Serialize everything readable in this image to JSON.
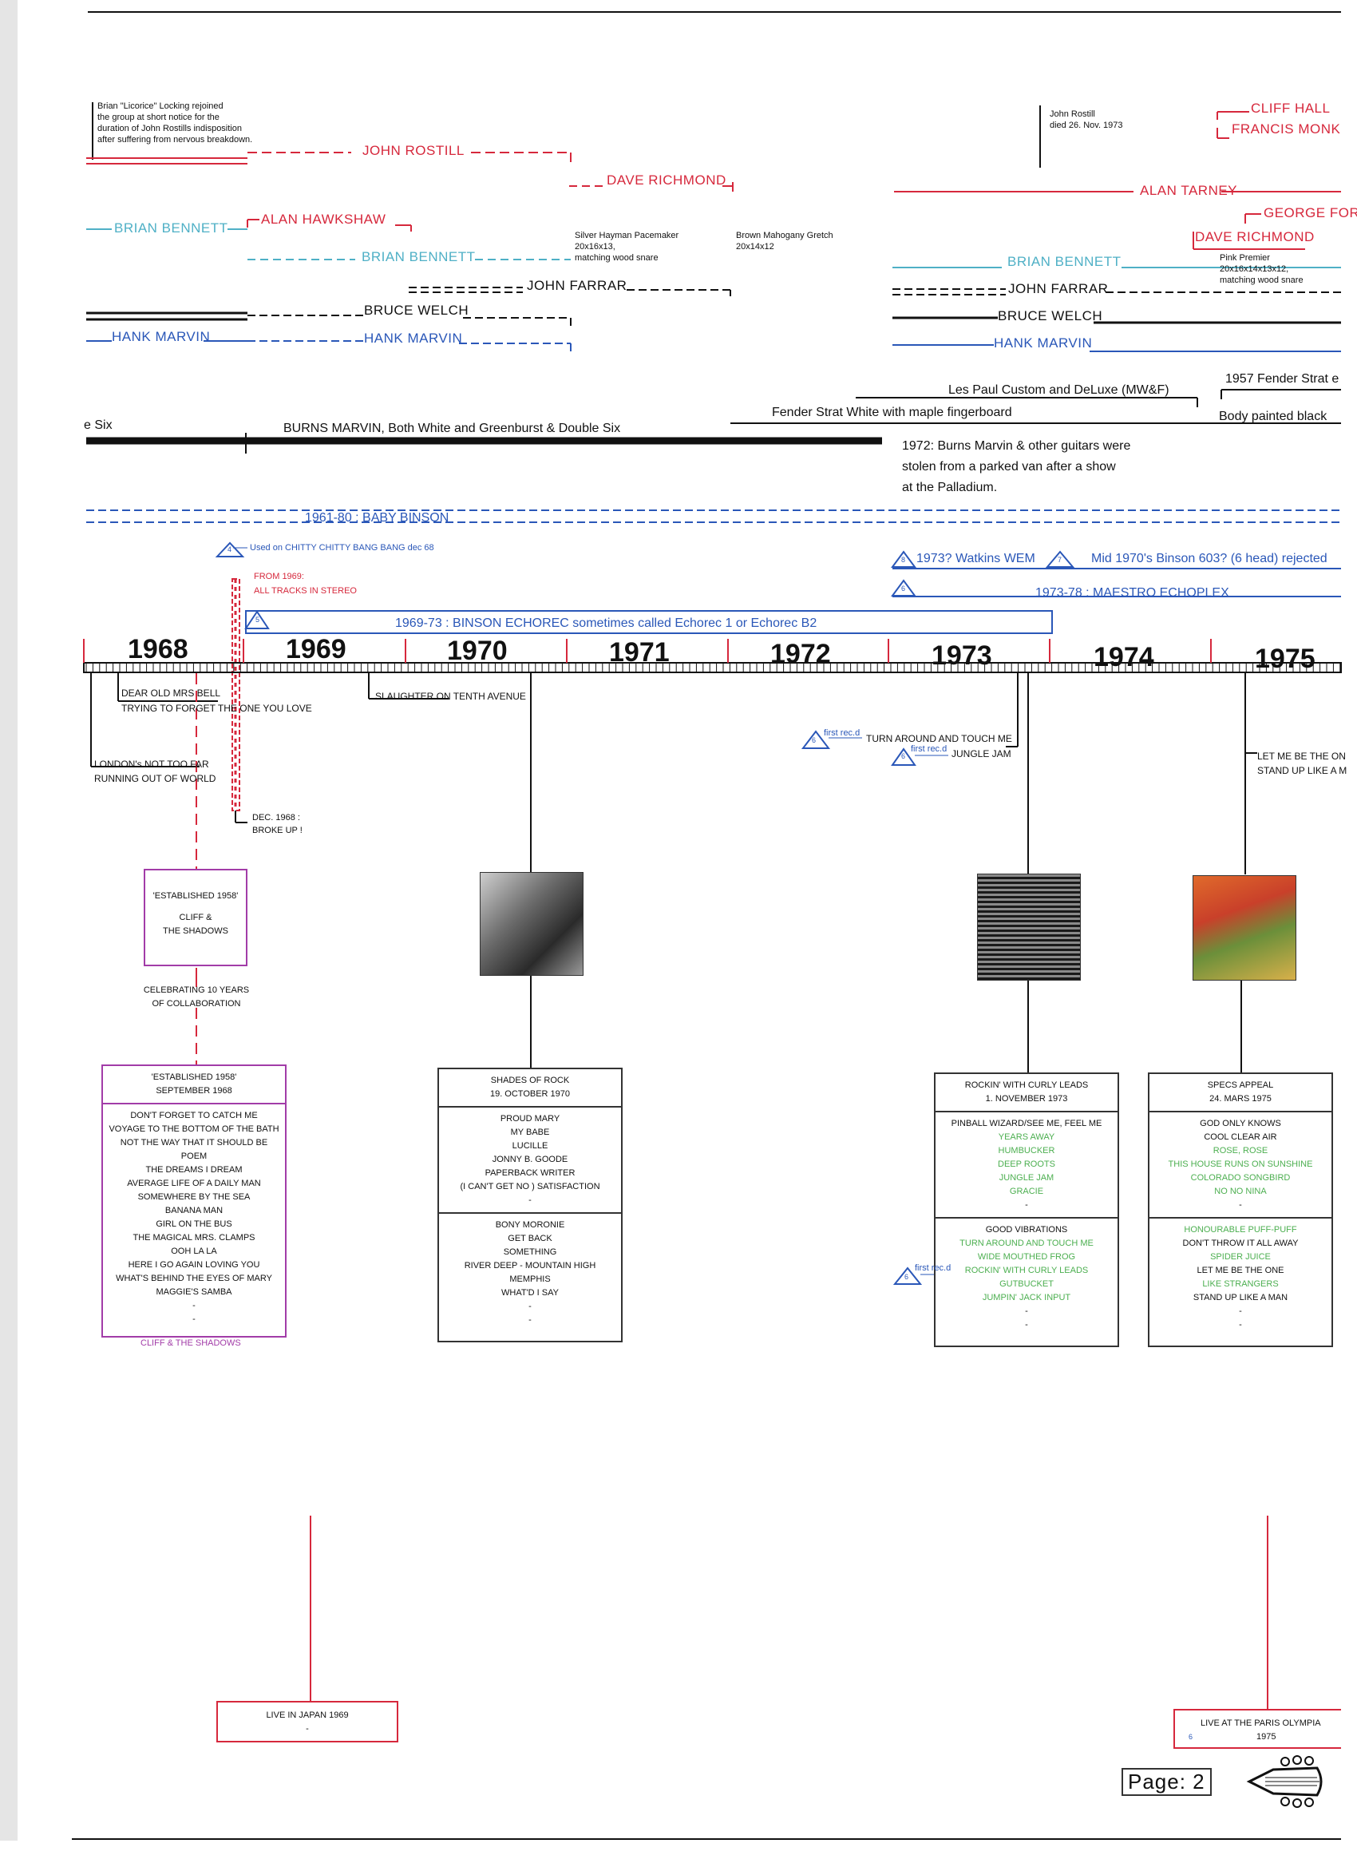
{
  "notes": {
    "locking": [
      "Brian \"Licorice\" Locking rejoined",
      "the group at short notice for the",
      "duration of John Rostills indisposition",
      "after suffering from nervous breakdown."
    ],
    "rostill_died": [
      "John Rostill",
      "died 26. Nov. 1973"
    ],
    "hayman": [
      "Silver Hayman Pacemaker",
      "20x16x13,",
      "matching wood snare"
    ],
    "gretch": [
      "Brown Mahogany Gretch",
      "20x14x12"
    ],
    "premier": [
      "Pink Premier",
      "20x16x14x13x12,",
      "matching wood snare"
    ],
    "burns_stolen": [
      "1972: Burns Marvin & other guitars were",
      "stolen from a parked van after a show",
      "at the Palladium."
    ]
  },
  "members": {
    "cliff_hall": "CLIFF  HALL",
    "francis_monk": "FRANCIS  MONK",
    "john_rostill": "JOHN ROSTILL",
    "dave_richmond": "DAVE RICHMOND",
    "alan_tarney": "ALAN  TARNEY",
    "george_ford": "GEORGE  FOR",
    "dave_richmond_2": "DAVE RICHMOND",
    "brian_bennett_1": "BRIAN  BENNETT",
    "alan_hawkshaw": "ALAN  HAWKSHAW",
    "brian_bennett_2": "BRIAN  BENNETT",
    "brian_bennett_3": "BRIAN  BENNETT",
    "john_farrar_1": "JOHN FARRAR",
    "john_farrar_2": "JOHN FARRAR",
    "bruce_welch_1": "BRUCE WELCH",
    "bruce_welch_2": "BRUCE WELCH",
    "hank_marvin_1": "HANK MARVIN",
    "hank_marvin_2": "HANK MARVIN",
    "hank_marvin_3": "HANK MARVIN"
  },
  "guitars": {
    "fender_1957": "1957 Fender Strat e",
    "body_black": "Body painted black",
    "les_paul": "Les Paul Custom and DeLuxe  (MW&F)",
    "fender_white": "Fender Strat White with maple fingerboard",
    "e_six": "e Six",
    "burns": "BURNS MARVIN, Both White and Greenburst & Double Six"
  },
  "effects": {
    "baby_binson": "1961-80 : BABY BINSON",
    "chitty_num": "4",
    "chitty": "Used on CHITTY CHITTY BANG BANG dec 68",
    "from_1969": "FROM 1969:",
    "stereo": "ALL TRACKS IN STEREO",
    "watkins_num": "8",
    "watkins": "1973? Watkins WEM",
    "binson603_num": "7",
    "binson603": "Mid 1970's  Binson 603? (6 head) rejected",
    "maestro_num": "6",
    "maestro": "1973-78 : MAESTRO ECHOPLEX",
    "echorec_num": "5",
    "echorec": "1969-73 : BINSON ECHOREC sometimes called Echorec 1 or Echorec B2"
  },
  "years": [
    "1968",
    "1969",
    "1970",
    "1971",
    "1972",
    "1973",
    "1974",
    "1975"
  ],
  "singles": {
    "dear_mrs_bell": "DEAR OLD MRS BELL",
    "trying": "TRYING TO FORGET THE ONE YOU LOVE",
    "londons_not": "LONDON's NOT TOO FAR",
    "running_out": "RUNNING OUT OF WORLD",
    "dec1968": "DEC. 1968 :",
    "broke_up": "BROKE UP !",
    "slaughter": "SLAUGHTER ON TENTH AVENUE",
    "first_rec": "first rec.d",
    "first_rec_num": "6",
    "turn_around": "TURN AROUND AND TOUCH ME",
    "jungle_jam": "JUNGLE JAM",
    "let_me_be": "LET ME BE THE ON",
    "stand_up": "STAND UP LIKE A M"
  },
  "established_box": {
    "line1": "'ESTABLISHED 1958'",
    "line2": "CLIFF &",
    "line3": "THE SHADOWS"
  },
  "celebrating": [
    "CELEBRATING 10 YEARS",
    "OF COLLABORATION"
  ],
  "album_established": {
    "title": "'ESTABLISHED 1958'",
    "date": "SEPTEMBER 1968",
    "tracks": [
      "DON'T FORGET TO CATCH ME",
      "VOYAGE TO THE BOTTOM OF THE BATH",
      "NOT THE WAY THAT IT SHOULD BE",
      "POEM",
      "THE DREAMS I DREAM",
      "AVERAGE LIFE OF A DAILY MAN",
      "SOMEWHERE BY THE SEA",
      "BANANA MAN",
      "GIRL ON THE BUS",
      "THE MAGICAL MRS. CLAMPS",
      "OOH LA LA",
      "HERE I GO AGAIN LOVING YOU",
      "WHAT'S BEHIND THE EYES OF MARY",
      "MAGGIE'S SAMBA",
      "-",
      "-"
    ],
    "credit": "CLIFF & THE SHADOWS"
  },
  "album_shades": {
    "title": "SHADES OF ROCK",
    "date": "19. OCTOBER 1970",
    "side_a": [
      "PROUD MARY",
      "MY BABE",
      "LUCILLE",
      "JONNY B. GOODE",
      "PAPERBACK WRITER",
      "(I CAN'T GET NO ) SATISFACTION",
      "-"
    ],
    "side_b": [
      "BONY MORONIE",
      "GET BACK",
      "SOMETHING",
      "RIVER DEEP - MOUNTAIN HIGH",
      "MEMPHIS",
      "WHAT'D I SAY",
      "-",
      "-"
    ]
  },
  "album_rockin": {
    "title": "ROCKIN' WITH CURLY LEADS",
    "date": "1. NOVEMBER 1973",
    "side_a_first": "PINBALL WIZARD/SEE ME, FEEL ME",
    "side_a_rest": [
      "YEARS AWAY",
      "HUMBUCKER",
      "DEEP ROOTS",
      "JUNGLE JAM",
      "GRACIE"
    ],
    "side_a_end": "-",
    "side_b_first": "GOOD VIBRATIONS",
    "side_b_rest": [
      "TURN AROUND AND TOUCH ME",
      "WIDE MOUTHED FROG",
      "ROCKIN' WITH CURLY LEADS",
      "GUTBUCKET",
      "JUMPIN' JACK INPUT"
    ],
    "side_b_end": [
      "-",
      "-"
    ],
    "first_rec": "first rec.d",
    "first_rec_num": "6"
  },
  "album_specs": {
    "title": "SPECS APPEAL",
    "date": "24. MARS 1975",
    "side_a_first": [
      "GOD ONLY KNOWS",
      "COOL CLEAR AIR"
    ],
    "side_a_rest": [
      "ROSE, ROSE",
      "THIS HOUSE RUNS ON SUNSHINE",
      "COLORADO SONGBIRD",
      "NO NO NINA"
    ],
    "side_a_end": "-",
    "side_b_1": "HONOURABLE PUFF-PUFF",
    "side_b_2": "DON'T THROW IT ALL AWAY",
    "side_b_3": "SPIDER JUICE",
    "side_b_4": "LET ME BE THE ONE",
    "side_b_5": "LIKE STRANGERS",
    "side_b_6": "STAND UP LIKE A MAN",
    "side_b_end": [
      "-",
      "-"
    ]
  },
  "live_japan": {
    "title": "LIVE IN JAPAN 1969",
    "dash": "-"
  },
  "live_paris": {
    "num": "6",
    "title": "LIVE AT THE PARIS OLYMPIA",
    "year": "1975"
  },
  "page": {
    "label": "Page: 2"
  },
  "colors": {
    "red": "#d6283c",
    "cyan": "#4fb0c6",
    "blue": "#2a57b8",
    "green": "#4caf50",
    "purple": "#a23ca8"
  }
}
